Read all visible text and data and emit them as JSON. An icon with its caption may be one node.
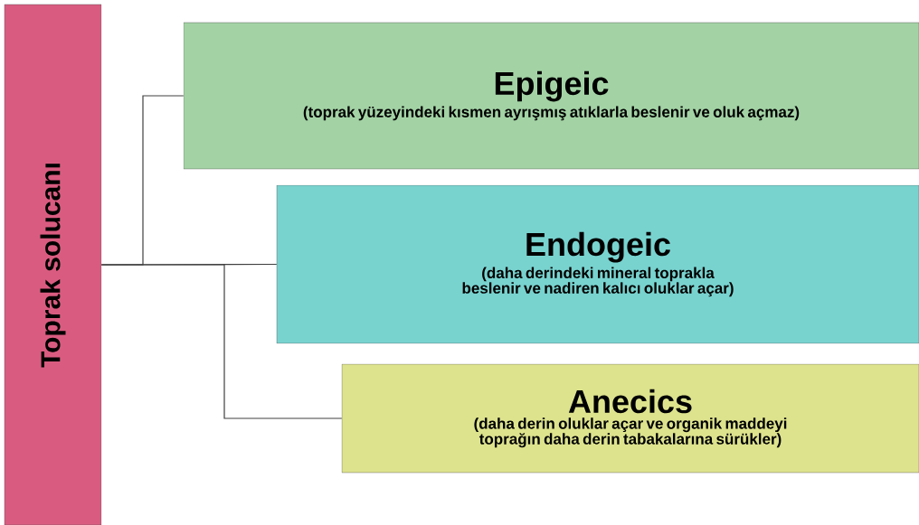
{
  "diagram": {
    "nodes": [
      {
        "text": [
          "Toprak solucanı"
        ]
      },
      {
        "text": [
          "Epigeic",
          "(toprak yüzeyindeki kısmen ayrışmış atıklarla beslenir ve oluk açmaz)"
        ]
      },
      {
        "text": [
          "Endogeic",
          "(daha derindeki mineral toprakla beslenir ve nadiren kalıcı oluklar açar)"
        ]
      },
      {
        "text": [
          "Anecics",
          "(daha derin oluklar açar ve organik maddeyi toprağın daha derin tabakalarına sürükler)"
        ]
      }
    ],
    "edges": [
      {
        "from": 0,
        "to": 1,
        "arrow": "none"
      },
      {
        "from": 0,
        "to": 2,
        "arrow": "none"
      },
      {
        "from": 0,
        "to": 3,
        "arrow": "none"
      }
    ]
  }
}
